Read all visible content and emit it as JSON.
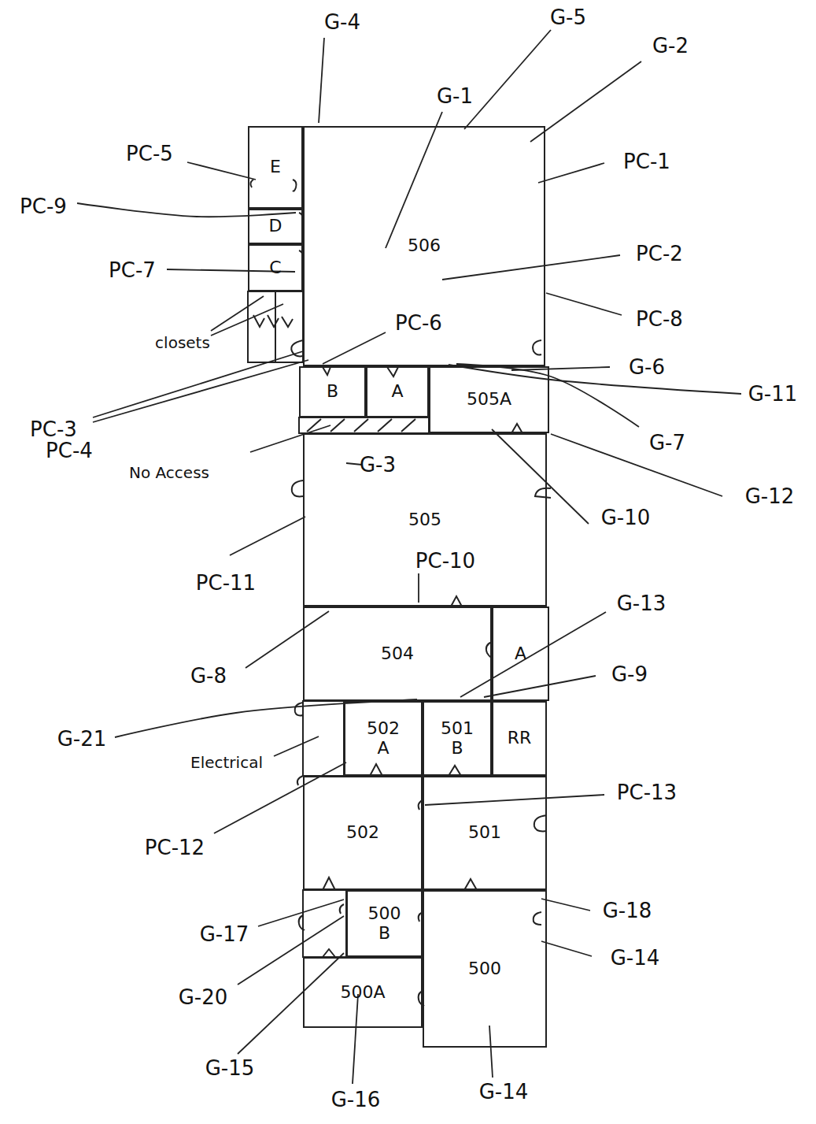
{
  "diagram": {
    "nodes": [
      {
        "text": [
          "E"
        ]
      },
      {
        "text": [
          "D"
        ]
      },
      {
        "text": [
          "C"
        ]
      },
      {
        "text": [
          "506"
        ]
      },
      {
        "text": [
          "B"
        ]
      },
      {
        "text": [
          "A"
        ]
      },
      {
        "text": [
          "505A"
        ]
      },
      {
        "text": [
          "505"
        ]
      },
      {
        "text": [
          "504"
        ]
      },
      {
        "text": [
          "A"
        ]
      },
      {
        "text": [
          "502 A"
        ]
      },
      {
        "text": [
          "501 B"
        ]
      },
      {
        "text": [
          "RR"
        ]
      },
      {
        "text": [
          "502"
        ]
      },
      {
        "text": [
          "501"
        ]
      },
      {
        "text": [
          "500 B"
        ]
      },
      {
        "text": [
          "500"
        ]
      },
      {
        "text": [
          "500A"
        ]
      }
    ],
    "labels": [
      "G-4",
      "G-5",
      "G-2",
      "G-1",
      "PC-5",
      "PC-1",
      "PC-9",
      "PC-7",
      "PC-2",
      "PC-8",
      "closets",
      "PC-6",
      "G-6",
      "G-11",
      "PC-3",
      "PC-4",
      "G-7",
      "No Access",
      "G-3",
      "G-12",
      "G-10",
      "PC-11",
      "PC-10",
      "G-13",
      "G-8",
      "G-9",
      "G-21",
      "Electrical",
      "PC-12",
      "PC-13",
      "G-17",
      "G-18",
      "G-20",
      "G-14",
      "G-15",
      "G-16",
      "G-14"
    ]
  }
}
